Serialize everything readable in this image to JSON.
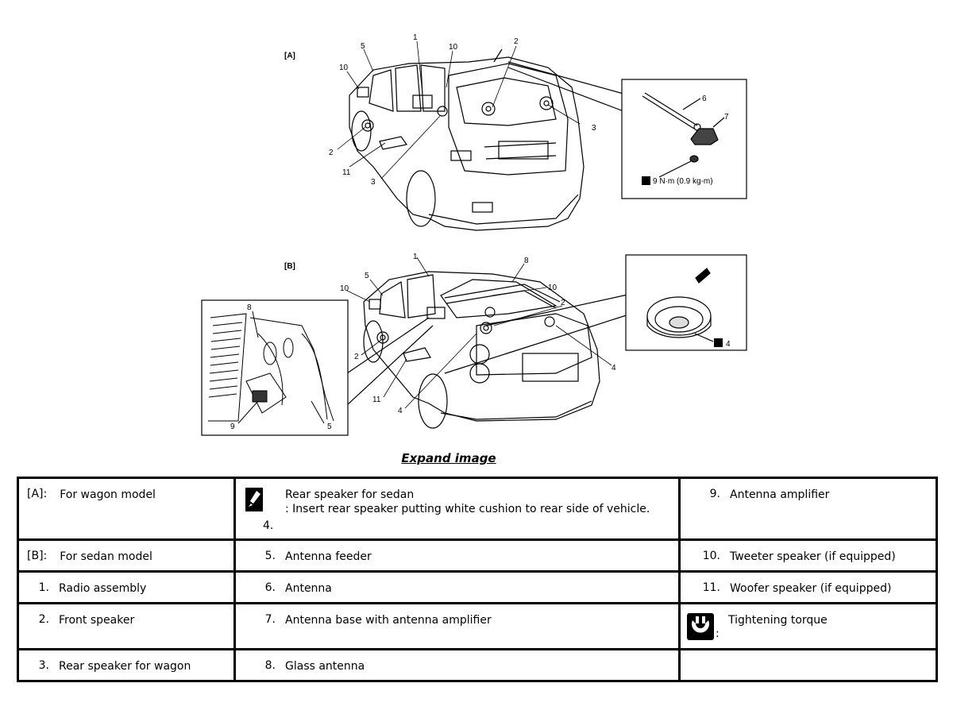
{
  "figure": {
    "label_a": "[A]",
    "label_b": "[B]",
    "torque_spec": "9 N·m (0.9 kg-m)",
    "callouts_a": [
      "1",
      "2",
      "3",
      "10",
      "5",
      "10",
      "2",
      "11",
      "3",
      "6",
      "7"
    ],
    "callouts_b": [
      "1",
      "8",
      "5",
      "10",
      "10",
      "2",
      "2",
      "11",
      "4",
      "4",
      "8",
      "9",
      "5",
      "4"
    ]
  },
  "expand_label": "Expand image",
  "legend": {
    "a_key": "[A]:",
    "a_text": "For wagon model",
    "b_key": "[B]:",
    "b_text": "For sedan model",
    "n1": "1.",
    "t1": "Radio assembly",
    "n2": "2.",
    "t2": "Front speaker",
    "n3": "3.",
    "t3": "Rear speaker for wagon",
    "n4": "4.",
    "t4a": "Rear speaker for sedan",
    "t4b": ": Insert rear speaker putting white cushion to rear side of vehicle.",
    "n5": "5.",
    "t5": "Antenna feeder",
    "n6": "6.",
    "t6": "Antenna",
    "n7": "7.",
    "t7": "Antenna base with antenna amplifier",
    "n8": "8.",
    "t8": "Glass antenna",
    "n9": "9.",
    "t9": "Antenna amplifier",
    "n10": "10.",
    "t10": "Tweeter speaker (if equipped)",
    "n11": "11.",
    "t11": "Woofer speaker (if equipped)",
    "torque_sym": ":",
    "t_torque": "Tightening torque"
  }
}
